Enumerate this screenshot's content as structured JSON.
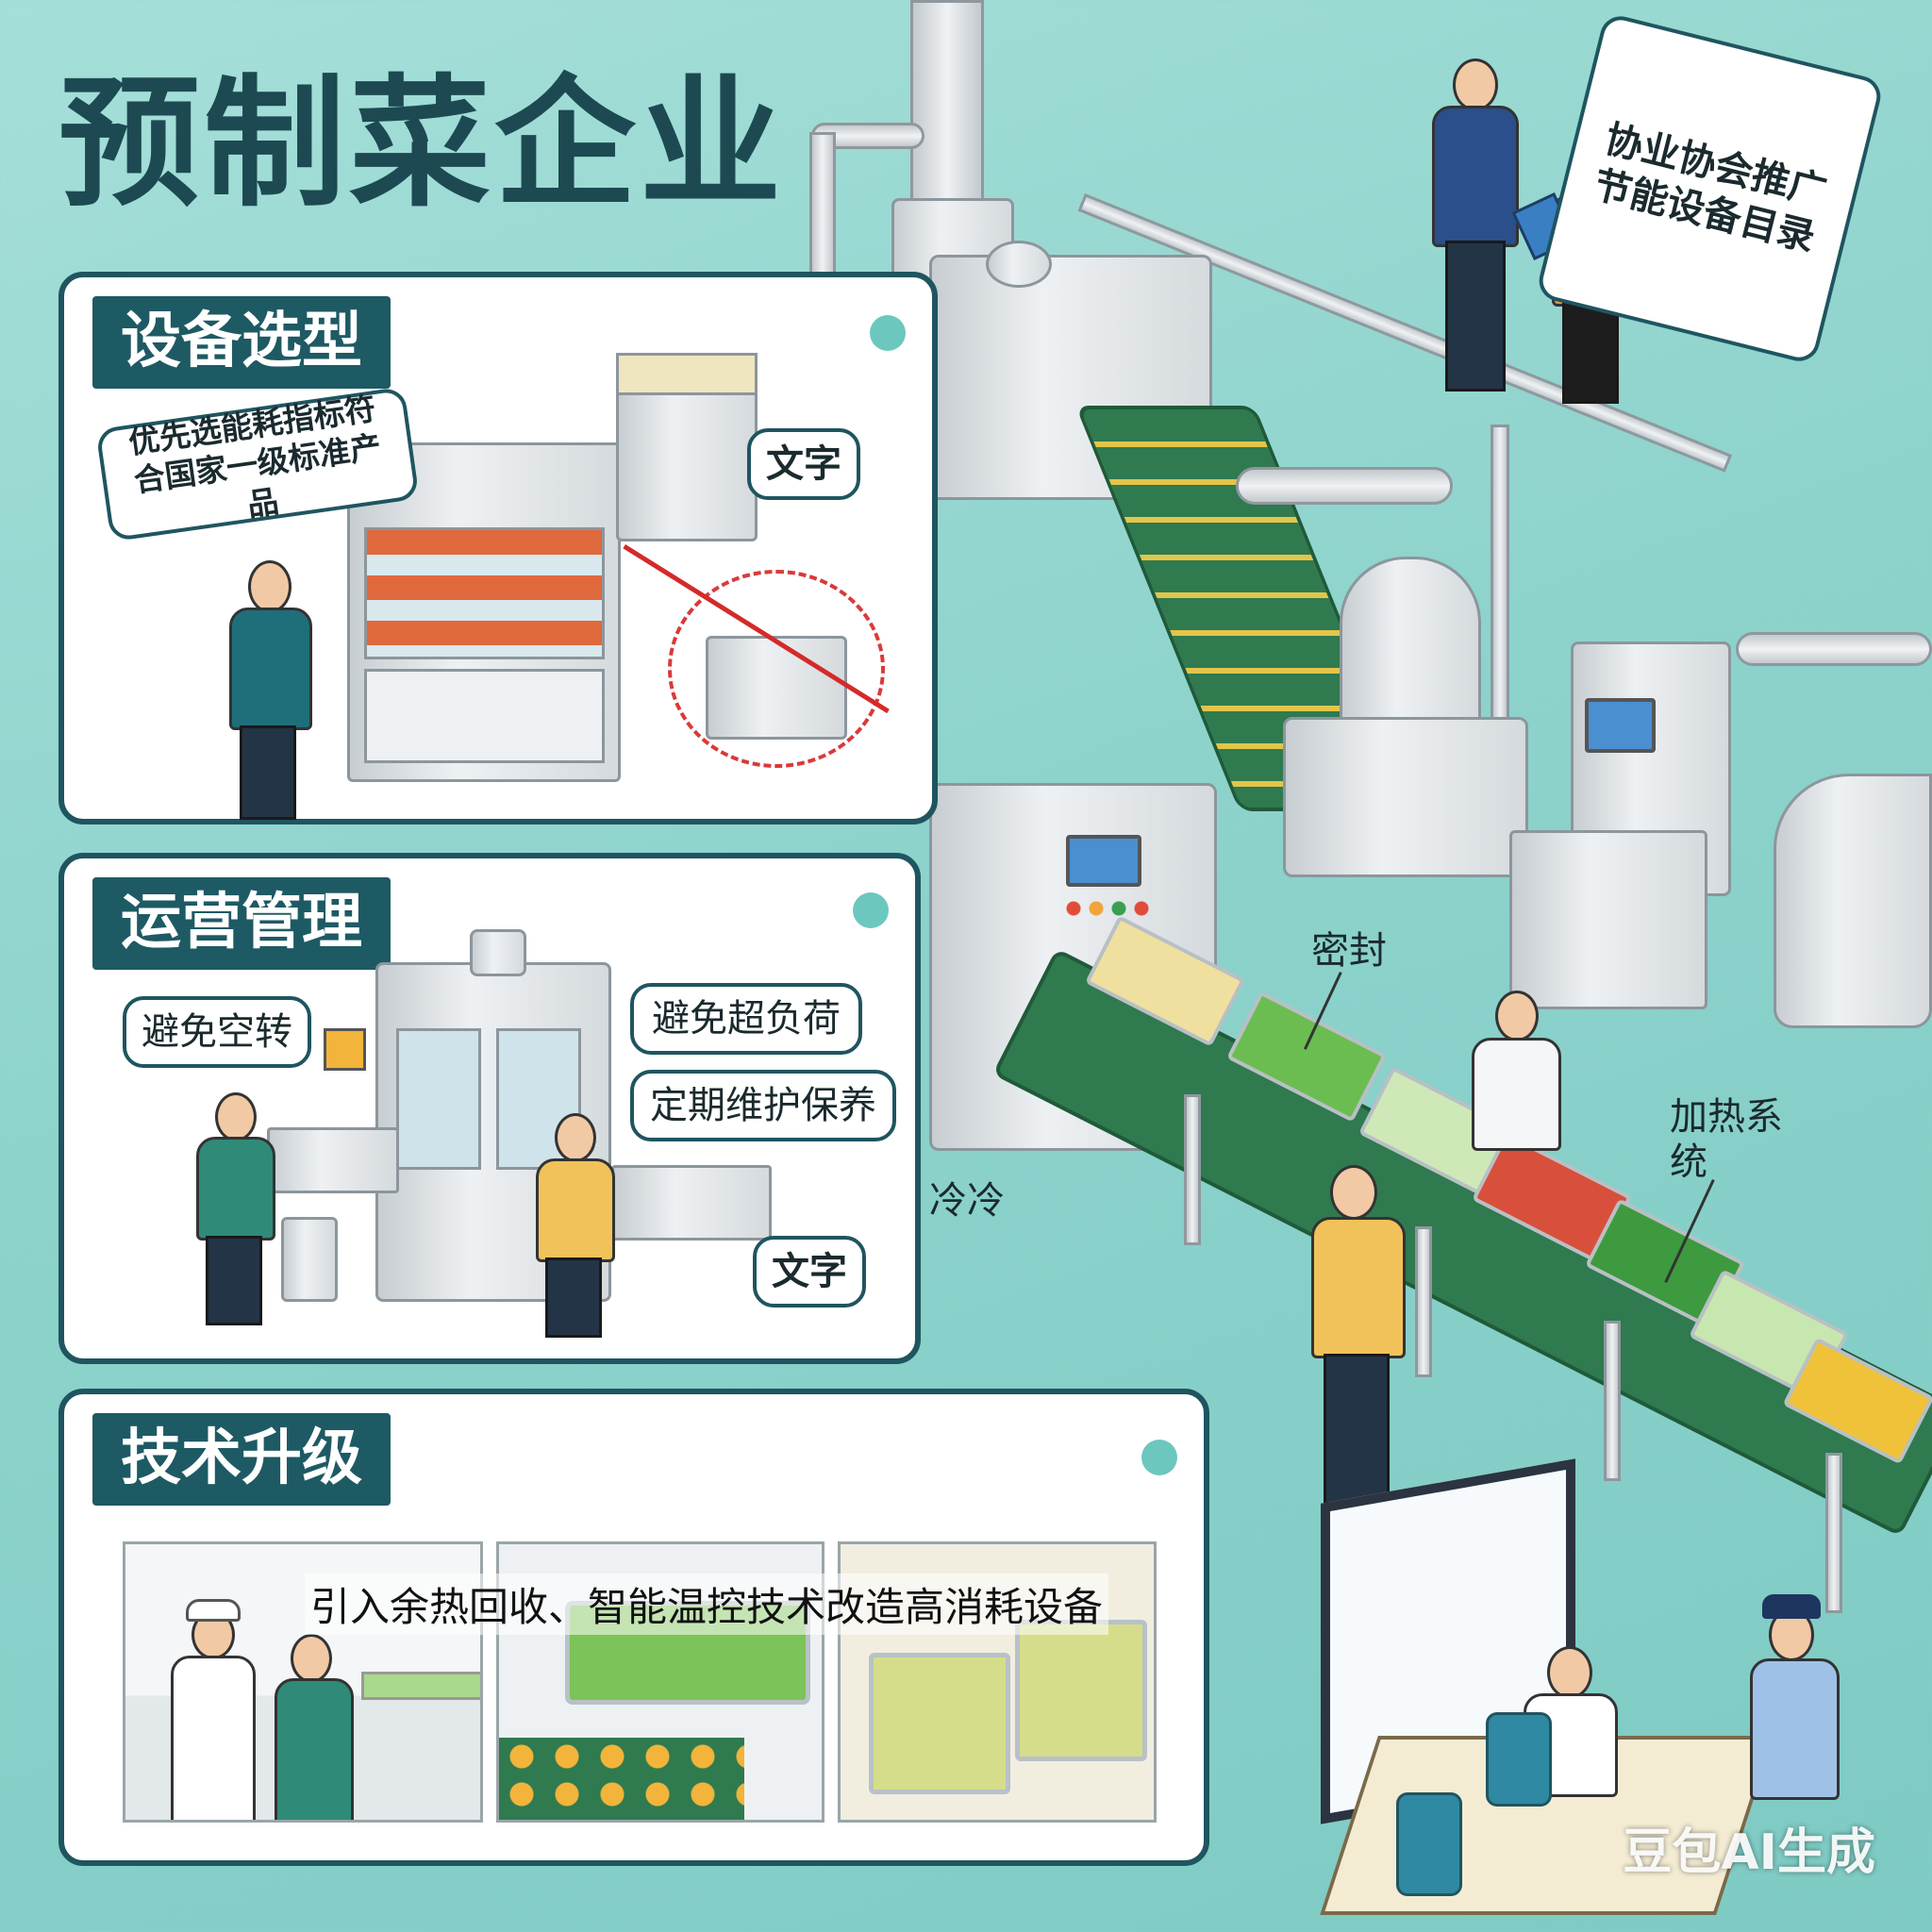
{
  "title": "预制菜企业",
  "sections": {
    "equipment": {
      "header": "设备选型",
      "bubble_main": "优先选能耗指标符合国家一级标准产品",
      "bubble_text": "文字"
    },
    "operation": {
      "header": "运营管理",
      "bubble_idle": "避免空转",
      "bubble_overload": "避免超负荷",
      "bubble_maintenance": "定期维护保养",
      "bubble_text": "文字"
    },
    "upgrade": {
      "header": "技术升级",
      "caption": "引入余热回收、智能温控技术改造高消耗设备"
    }
  },
  "association_bubble": "协业协会推广节能设备目录",
  "labels": {
    "sealing": "密封",
    "heating": "加热系统",
    "cooling": "冷冷"
  },
  "watermark": "豆包AI生成"
}
